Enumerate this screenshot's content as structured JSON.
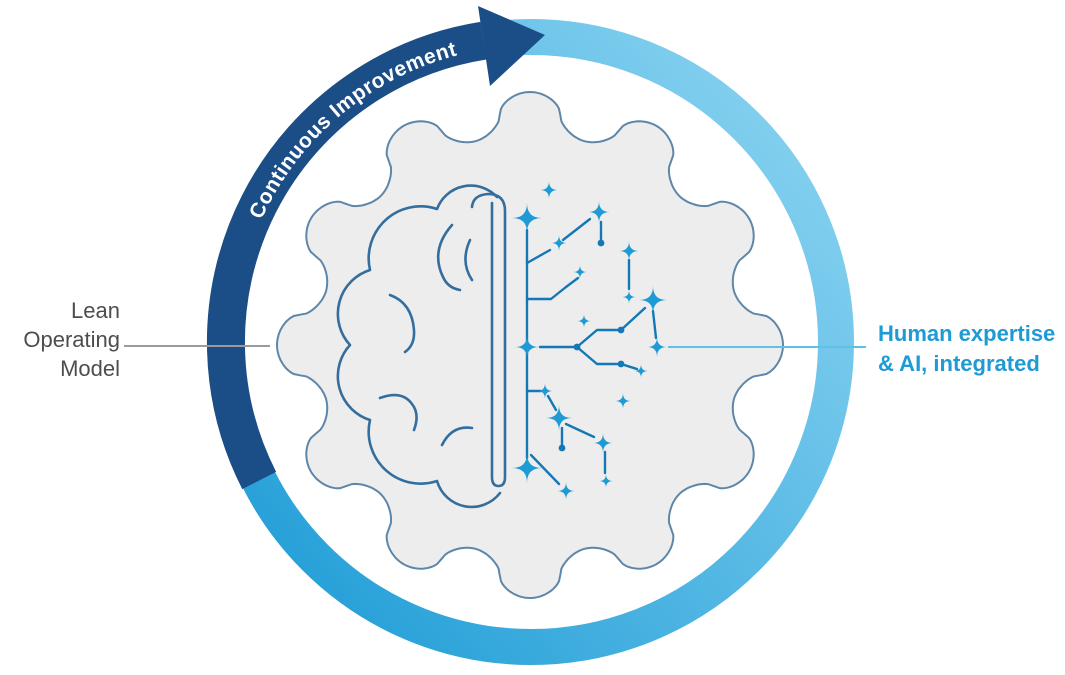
{
  "diagram": {
    "arc_label": "Continuous Improvement",
    "left_label": {
      "lines": [
        "Lean",
        "Operating",
        "Model"
      ]
    },
    "right_label": {
      "lines": [
        "Human expertise",
        "& AI, integrated"
      ]
    },
    "colors": {
      "arc_dark": "#1b4d86",
      "arc_text": "#ffffff",
      "ring_light": "#8ad3f1",
      "ring_deep": "#1e9cd6",
      "gear_fill": "#ededed",
      "gear_stroke": "#5e86a8",
      "brain_stroke": "#336e9e",
      "network": "#1478b6",
      "star": "#1e9ad4",
      "left_text": "#4d4d4d",
      "left_line": "#9b9b9b",
      "right_text": "#1e9ad4",
      "right_line": "#5fc0e8"
    }
  }
}
